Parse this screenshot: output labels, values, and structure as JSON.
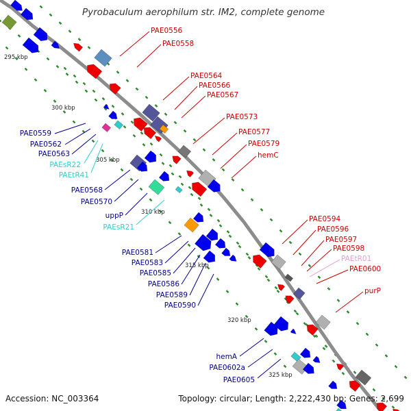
{
  "title": "Pyrobaculum aerophilum str. IM2, complete genome",
  "footer": {
    "accession": "Accession: NC_003364",
    "topology": "Topology: circular; Length: 2,222,430 bp; Genes: 2,699"
  },
  "colors": {
    "backbone": "#8c8c8c",
    "tick": "#2e8b2e",
    "cds_forward": "#0000ee",
    "cds_reverse": "#ee0000",
    "label_forward": "#00008b",
    "label_reverse": "#cc0000",
    "rna": "#33cccc",
    "trna_pink": "#e6a0d0",
    "other_gene_gray": "#b0b0b0",
    "other_gene_purple": "#555599",
    "other_gene_orange": "#ff9900",
    "other_gene_teal": "#33dd99",
    "other_gene_olive": "#779933"
  },
  "scale_labels": [
    "295 kbp",
    "300 kbp",
    "305 kbp",
    "310 kbp",
    "315 kbp",
    "320 kbp",
    "325 kbp"
  ],
  "gene_labels_forward": [
    "PAE0559",
    "PAE0562",
    "PAE0563",
    "PAEsR22",
    "PAEtR41",
    "PAE0568",
    "PAE0570",
    "uppP",
    "PAEsR21",
    "PAE0581",
    "PAE0583",
    "PAE0585",
    "PAE0586",
    "PAE0589",
    "PAE0590",
    "hemA",
    "PAE0602a",
    "PAE0605"
  ],
  "gene_labels_reverse": [
    "PAE0556",
    "PAE0558",
    "PAE0564",
    "PAE0566",
    "PAE0567",
    "PAE0573",
    "PAE0577",
    "PAE0579",
    "hemC",
    "PAE0594",
    "PAE0596",
    "PAE0597",
    "PAE0598",
    "PAEtR01",
    "PAE0600",
    "purP"
  ]
}
